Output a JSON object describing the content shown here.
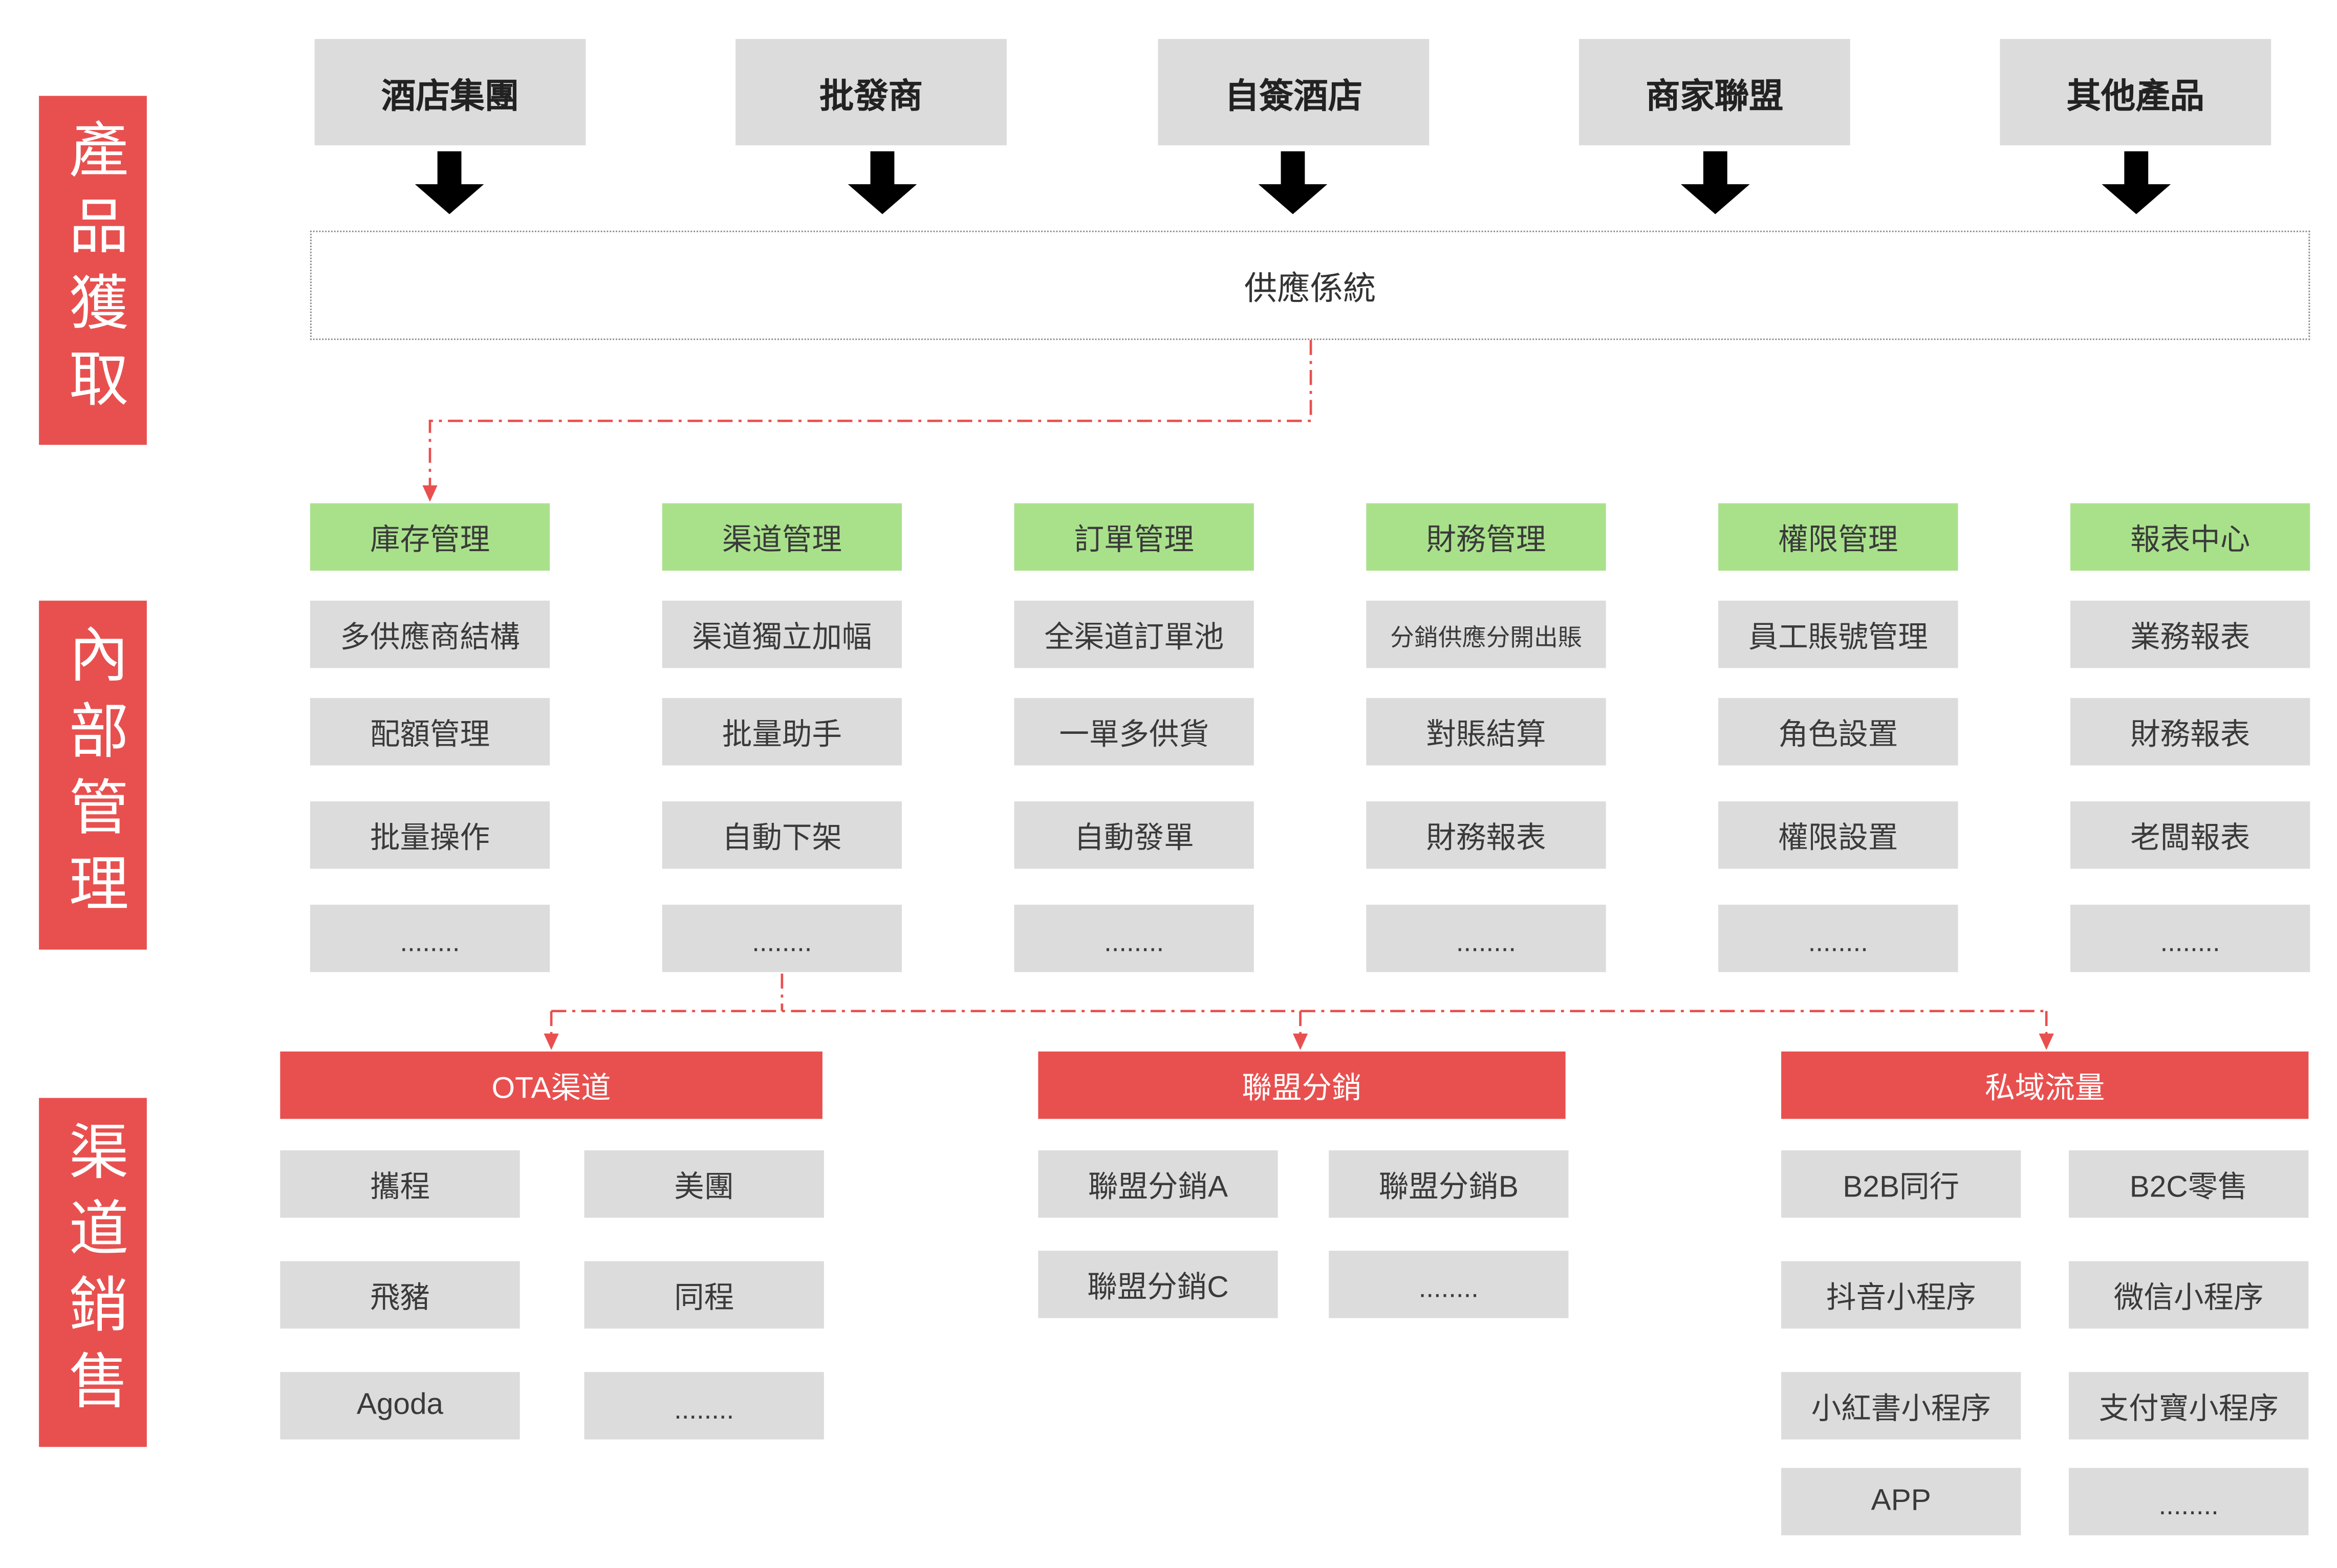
{
  "sections": {
    "acquisition": "產品獲取",
    "internal": "內部管理",
    "sales": "渠道銷售"
  },
  "sources": [
    "酒店集團",
    "批發商",
    "自簽酒店",
    "商家聯盟",
    "其他產品"
  ],
  "supply_system": "供應係統",
  "modules": [
    {
      "title": "庫存管理",
      "items": [
        "多供應商結構",
        "配額管理",
        "批量操作",
        "........"
      ]
    },
    {
      "title": "渠道管理",
      "items": [
        "渠道獨立加幅",
        "批量助手",
        "自動下架",
        "........"
      ]
    },
    {
      "title": "訂單管理",
      "items": [
        "全渠道訂單池",
        "一單多供貨",
        "自動發單",
        "........"
      ]
    },
    {
      "title": "財務管理",
      "items": [
        "分銷供應分開出賬",
        "對賬結算",
        "財務報表",
        "........"
      ]
    },
    {
      "title": "權限管理",
      "items": [
        "員工賬號管理",
        "角色設置",
        "權限設置",
        "........"
      ]
    },
    {
      "title": "報表中心",
      "items": [
        "業務報表",
        "財務報表",
        "老闆報表",
        "........"
      ]
    }
  ],
  "channels": [
    {
      "title": "OTA渠道",
      "items": [
        "攜程",
        "美團",
        "飛豬",
        "同程",
        "Agoda",
        "........"
      ]
    },
    {
      "title": "聯盟分銷",
      "items": [
        "聯盟分銷A",
        "聯盟分銷B",
        "聯盟分銷C",
        "........"
      ]
    },
    {
      "title": "私域流量",
      "items": [
        "B2B同行",
        "B2C零售",
        "抖音小程序",
        "微信小程序",
        "小紅書小程序",
        "支付寶小程序",
        "APP",
        "........"
      ]
    }
  ],
  "colors": {
    "section_red": "#e8504f",
    "module_green": "#a9e18b",
    "item_gray": "#dcdcdc",
    "connector_red": "#e8504f",
    "arrow_black": "#000000"
  }
}
